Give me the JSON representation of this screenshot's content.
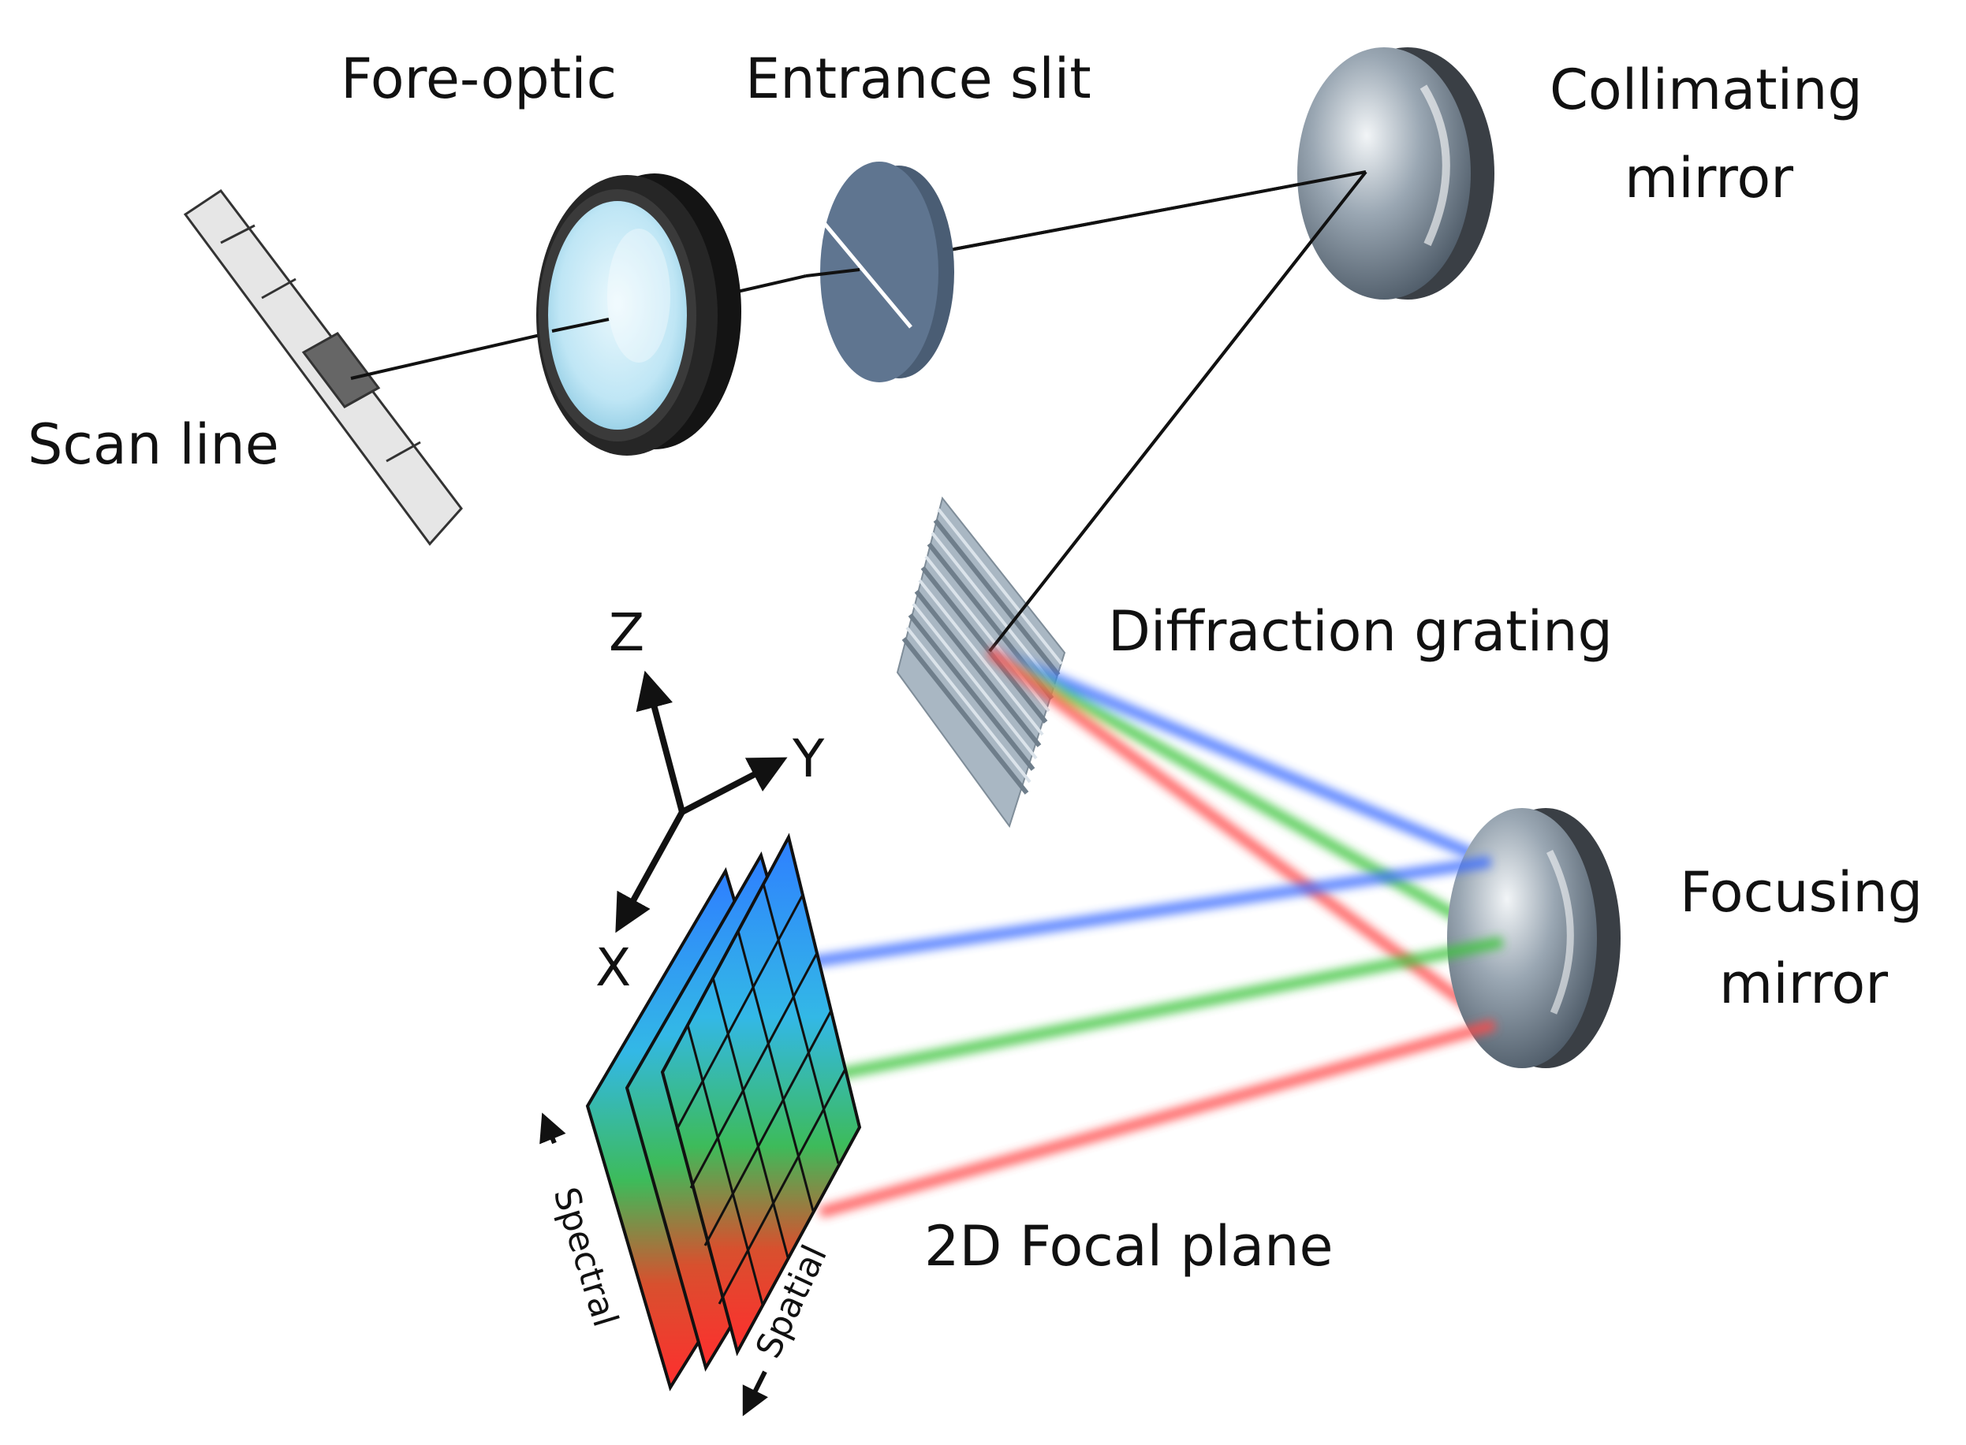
{
  "labels": {
    "fore_optic": "Fore-optic",
    "entrance_slit": "Entrance slit",
    "collimating_1": "Collimating",
    "collimating_2": "mirror",
    "scan_line": "Scan line",
    "diffraction_grating": "Diffraction grating",
    "focusing_1": "Focusing",
    "focusing_2": "mirror",
    "focal_plane": "2D Focal plane",
    "spectral": "Spectral",
    "spatial": "Spatial"
  },
  "axes": {
    "z": "Z",
    "y": "Y",
    "x": "X"
  },
  "colors": {
    "beam_blue": "#3a6cff",
    "beam_green": "#3cc43c",
    "beam_red": "#ff4a4a",
    "mirror_gray": "#8a98a6",
    "slit_disc": "#5f7590",
    "lens_glass": "#bfe6f5",
    "scan_highlight": "#666666"
  },
  "icons": [
    "scan-line-strip",
    "fore-optic-lens",
    "entrance-slit-disc",
    "collimating-mirror",
    "diffraction-grating",
    "focusing-mirror",
    "focal-plane-stack",
    "axes-arrows"
  ]
}
